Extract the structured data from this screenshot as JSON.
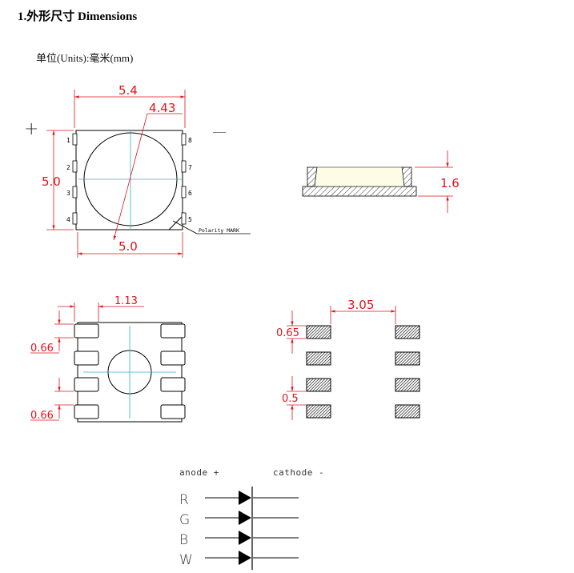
{
  "heading": "1.外形尺寸 Dimensions",
  "units": "单位(Units):毫米(mm)",
  "colors": {
    "dimension": "#e0141c",
    "centerline": "#2bb5c8",
    "outline": "#000000"
  },
  "top_view": {
    "width_label": "5.4",
    "lens_diameter_label": "4.43",
    "height_label": "5.0",
    "bottom_width_label": "5.0",
    "plus_sign": "+",
    "minus_sign": "—",
    "polarity_mark": "Polarity MARK",
    "pins_left": [
      "1",
      "2",
      "3",
      "4"
    ],
    "pins_right": [
      "8",
      "7",
      "6",
      "5"
    ]
  },
  "side_view": {
    "height_label": "1.6"
  },
  "bottom_view": {
    "pad_width_label": "1.13",
    "pad_pitch_label_top": "0.66",
    "pad_pitch_label_bottom": "0.66"
  },
  "pad_layout": {
    "spacing_label": "3.05",
    "pad_height_label": "0.65",
    "pad_gap_label": "0.5"
  },
  "circuit": {
    "anode_label": "anode +",
    "cathode_label": "cathode -",
    "channels": [
      "R",
      "G",
      "B",
      "W"
    ]
  }
}
